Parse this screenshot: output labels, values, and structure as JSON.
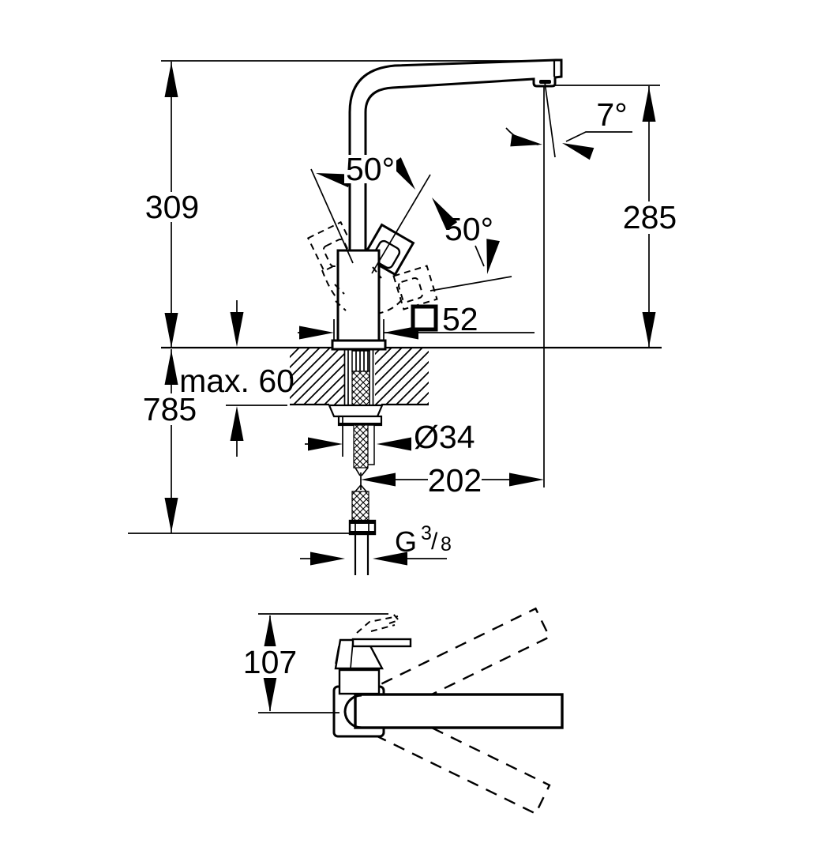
{
  "drawing": {
    "type": "technical-dimension-drawing",
    "views": [
      "side-elevation",
      "plan-swivel-view"
    ],
    "colors": {
      "ink": "#000000",
      "paper": "#ffffff"
    },
    "labels": {
      "height_total": "309",
      "height_below": "785",
      "counter_thickness": "max. 60",
      "body_square": "52",
      "hole_diameter": "Ø34",
      "spout_reach": "202",
      "outlet_height": "285",
      "outlet_angle": "7°",
      "handle_swing_left": "50°",
      "handle_swing_right": "50°",
      "plan_height": "107",
      "thread_g": "G",
      "thread_sup": "3",
      "thread_slash": "/",
      "thread_sub": "8"
    }
  }
}
